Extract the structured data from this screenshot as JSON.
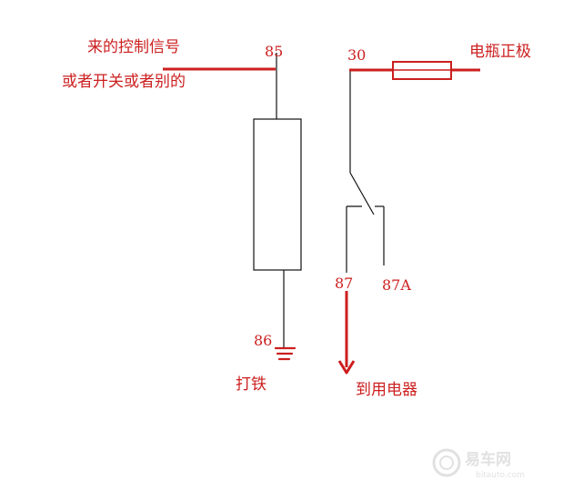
{
  "labels": {
    "control_signal": "来的控制信号",
    "or_switch": "或者开关或者别的",
    "battery_positive": "电瓶正极",
    "ground": "打铁",
    "to_appliance": "到用电器"
  },
  "pins": {
    "p85": "85",
    "p30": "30",
    "p86": "86",
    "p87": "87",
    "p87a": "87A"
  },
  "watermark": {
    "brand": "易车网",
    "site": "bitauto.com"
  },
  "colors": {
    "red": "#cc1f1f",
    "black": "#111111"
  }
}
